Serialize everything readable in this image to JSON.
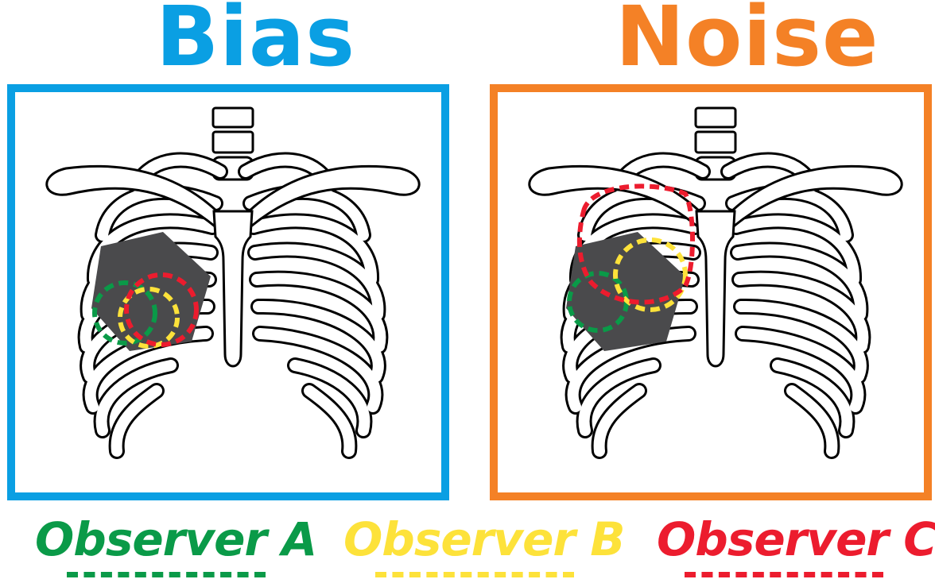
{
  "titles": {
    "left": "Bias",
    "right": "Noise"
  },
  "colors": {
    "bias": "#0a9fe3",
    "noise": "#f48126",
    "lesion": "#4a4a4c",
    "observer_a": "#0a9a48",
    "observer_b": "#fde23a",
    "observer_c": "#ec1c2e"
  },
  "legend": [
    {
      "label": "Observer A",
      "color": "#0a9a48"
    },
    {
      "label": "Observer B",
      "color": "#fde23a"
    },
    {
      "label": "Observer C",
      "color": "#ec1c2e"
    }
  ]
}
